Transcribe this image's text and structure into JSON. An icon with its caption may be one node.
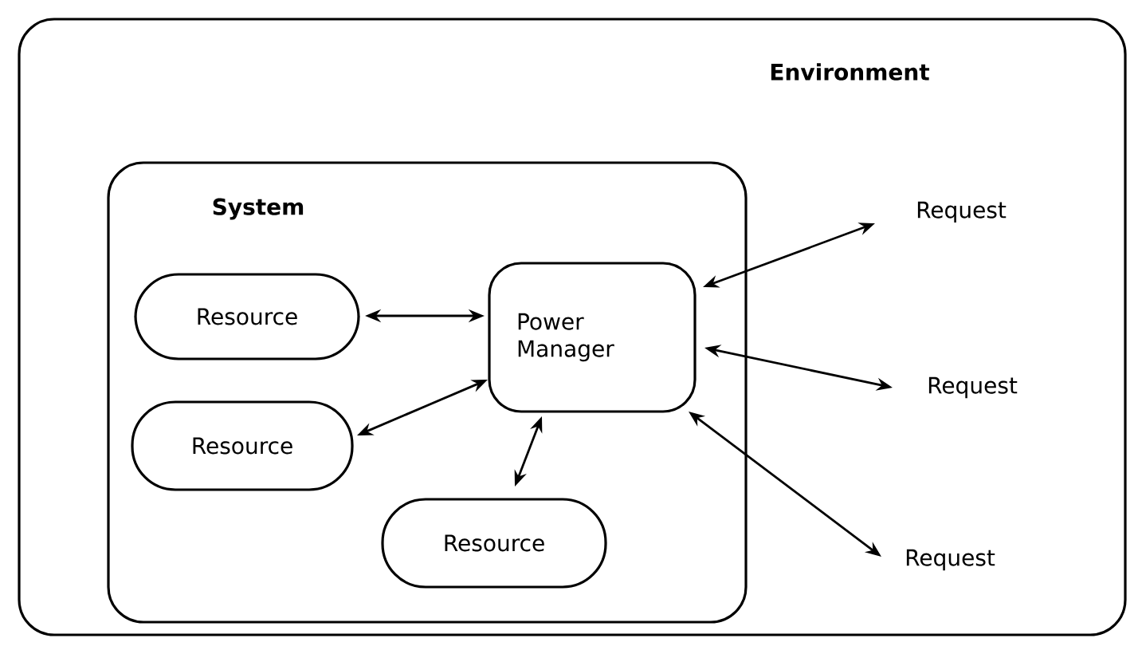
{
  "diagram": {
    "nodes": [
      {
        "text": [
          "Environment"
        ]
      },
      {
        "text": [
          "System"
        ],
        "in": 0
      },
      {
        "text": [
          "Resource"
        ],
        "in": 1
      },
      {
        "text": [
          "Power Manager"
        ],
        "in": 1
      },
      {
        "text": [
          "Resource"
        ],
        "in": 1
      },
      {
        "text": [
          "Resource"
        ],
        "in": 1
      },
      {
        "text": [
          "Request"
        ],
        "in": 0
      },
      {
        "text": [
          "Request"
        ],
        "in": 0
      },
      {
        "text": [
          "Request"
        ],
        "in": 0
      }
    ],
    "edges": [
      {
        "from": 2,
        "to": 3,
        "arrow": "both"
      },
      {
        "from": 4,
        "to": 3,
        "arrow": "both"
      },
      {
        "from": 5,
        "to": 3,
        "arrow": "both"
      },
      {
        "from": 3,
        "to": 6,
        "arrow": "both"
      },
      {
        "from": 3,
        "to": 7,
        "arrow": "both"
      },
      {
        "from": 3,
        "to": 8,
        "arrow": "both"
      }
    ]
  }
}
